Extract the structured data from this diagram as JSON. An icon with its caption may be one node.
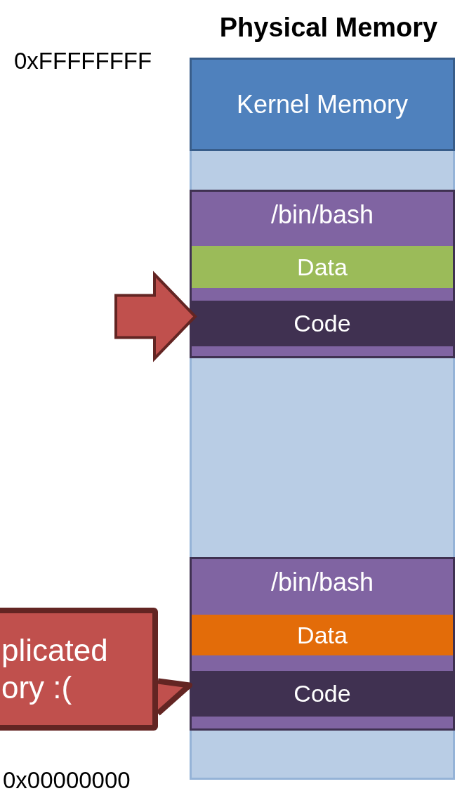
{
  "diagram": {
    "nodes": [
      {
        "text": [
          "Physical Memory"
        ]
      },
      {
        "text": [
          "Kernel Memory"
        ],
        "in": 0
      },
      {
        "text": [
          "/bin/bash"
        ],
        "in": 0
      },
      {
        "text": [
          "Data"
        ],
        "in": 2
      },
      {
        "text": [
          "Code"
        ],
        "in": 2
      },
      {
        "text": [
          "/bin/bash"
        ],
        "in": 0
      },
      {
        "text": [
          "Data"
        ],
        "in": 5
      },
      {
        "text": [
          "Code"
        ],
        "in": 5
      },
      {
        "text": [
          "plicated ory :("
        ]
      }
    ],
    "edges": [
      {
        "from": null,
        "to": 4,
        "arrow": "to",
        "style": "thick",
        "color": "#c0504d"
      },
      {
        "from": 8,
        "to": 7,
        "arrow": "to"
      }
    ],
    "labels": [
      "0xFFFFFFFF",
      "0x00000000"
    ]
  }
}
